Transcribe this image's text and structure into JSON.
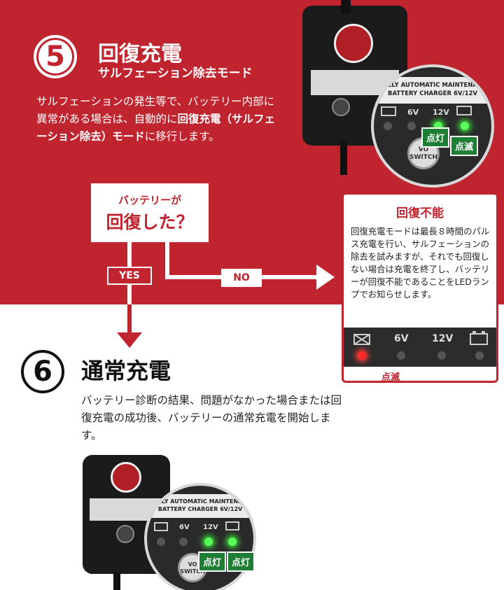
{
  "step5": {
    "number": "5",
    "title": "回復充電",
    "subtitle": "サルフェーション除去モード",
    "desc_1": "サルフェーションの発生等で、バッテリー内部に異常がある場合は、自動的に",
    "desc_bold": "回復充電（サルフェーション除去）モード",
    "desc_2": "に移行します。"
  },
  "question": {
    "line1": "バッテリーが",
    "line2": "回復した？"
  },
  "branches": {
    "yes": "YES",
    "no": "NO"
  },
  "failure": {
    "title": "回復不能",
    "text": "回復充電モードは最長８時間のパルス充電を行い、サルフェーションの除去を試みますが、それでも回復しない場合は充電を終了し、バッテリーが回復不能であることをLEDランプでお知らせします。",
    "label_6v": "6V",
    "label_12v": "12V",
    "blink": "点滅"
  },
  "device_top": {
    "band_text": "LLY AUTOMATIC MAINTENA BATTERY CHARGER 6V/12V",
    "label_6v": "6V",
    "label_12v": "12V",
    "switch_text": "VO SWITCH",
    "badge_on": "点灯",
    "badge_blink": "点滅"
  },
  "step6": {
    "number": "6",
    "title": "通常充電",
    "desc": "バッテリー診断の結果、問題がなかった場合または回復充電の成功後、バッテリーの通常充電を開始します。"
  },
  "device_bottom": {
    "band_text": "LLY AUTOMATIC MAINTENA BATTERY CHARGER 6V/12V",
    "label_6v": "6V",
    "label_12v": "12V",
    "switch_text": "VO SWITCH",
    "badge_on_1": "点灯",
    "badge_on_2": "点灯"
  },
  "colors": {
    "accent_red": "#c0242e",
    "led_green": "#58ff58",
    "led_red": "#ff2b2b",
    "badge_green": "#1e7e34"
  }
}
